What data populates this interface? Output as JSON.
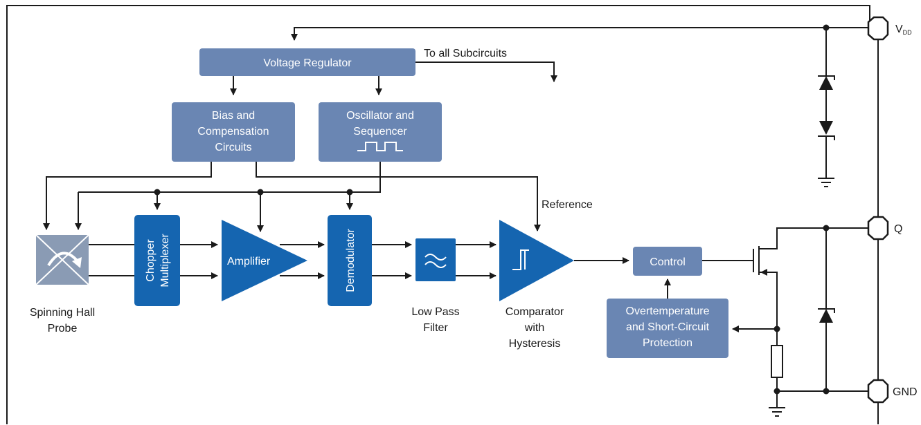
{
  "colors": {
    "grey_blue_block": "#6a86b3",
    "blue_block": "#1565b0",
    "wire": "#1a1a1a"
  },
  "blocks": {
    "voltage_regulator": "Voltage Regulator",
    "bias_line1": "Bias and",
    "bias_line2": "Compensation",
    "bias_line3": "Circuits",
    "osc_line1": "Oscillator and",
    "osc_line2": "Sequencer",
    "chopper_line1": "Chopper",
    "chopper_line2": "Multiplexer",
    "amplifier": "Amplifier",
    "demodulator": "Demodulator",
    "control": "Control",
    "overtemp_line1": "Overtemperature",
    "overtemp_line2": "and Short-Circuit",
    "overtemp_line3": "Protection"
  },
  "labels": {
    "to_all_subcircuits": "To all Subcircuits",
    "reference": "Reference",
    "hall_line1": "Spinning Hall",
    "hall_line2": "Probe",
    "lpf_line1": "Low Pass",
    "lpf_line2": "Filter",
    "comp_line1": "Comparator",
    "comp_line2": "with",
    "comp_line3": "Hysteresis"
  },
  "pins": {
    "vdd_main": "V",
    "vdd_sub": "DD",
    "q": "Q",
    "gnd": "GND"
  }
}
